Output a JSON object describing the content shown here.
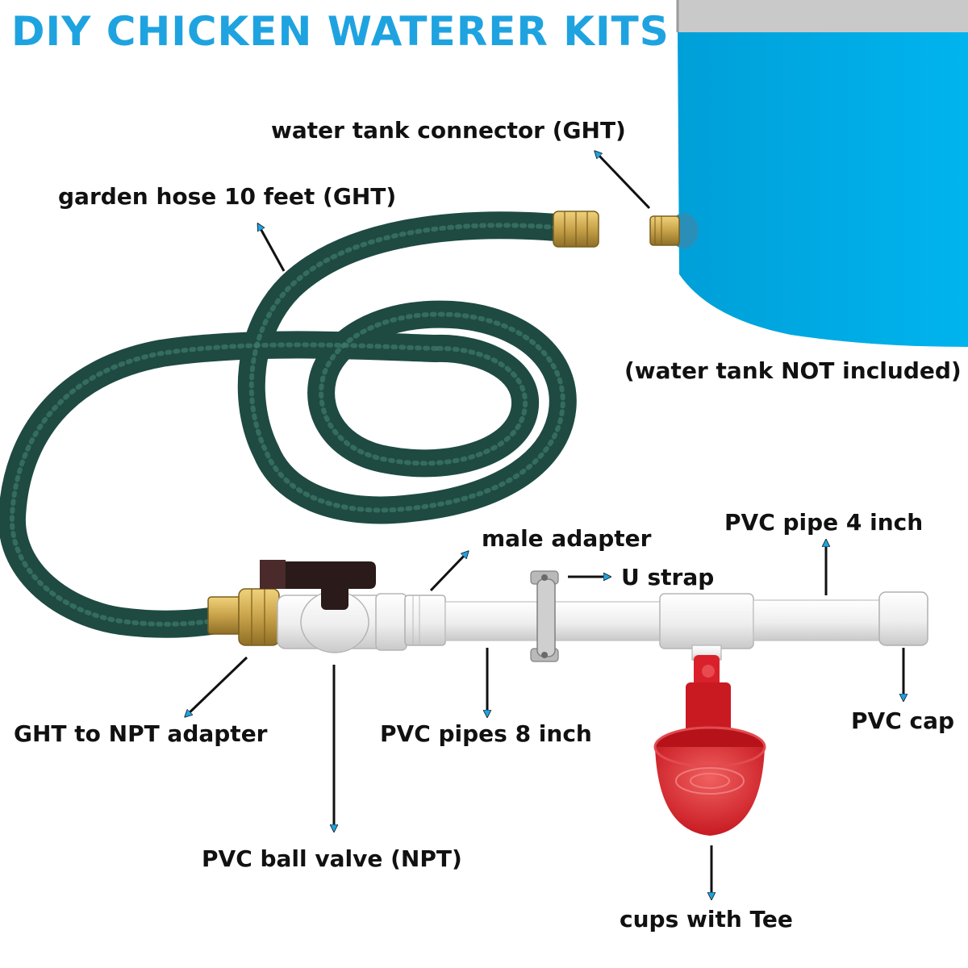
{
  "title": "DIY CHICKEN WATERER KITS",
  "labels": {
    "tank_connector": "water tank connector (GHT)",
    "garden_hose": "garden hose 10 feet (GHT)",
    "tank_not_included": "(water tank NOT included)",
    "male_adapter": "male adapter",
    "pvc_pipe_4": "PVC pipe 4 inch",
    "u_strap": "U strap",
    "ght_npt_adapter": "GHT to NPT adapter",
    "pvc_pipes_8": "PVC pipes 8 inch",
    "pvc_cap": "PVC cap",
    "ball_valve": "PVC ball valve (NPT)",
    "cups_tee": "cups with Tee"
  },
  "colors": {
    "title": "#1fa3e0",
    "arrow": "#1fa3e0",
    "tank": "#00aee8",
    "hose": "#1e4a42",
    "brass": "#c8a24a",
    "pvc": "#f1f1f1",
    "cup": "#d8212a",
    "valve_handle": "#2a1a1a"
  }
}
